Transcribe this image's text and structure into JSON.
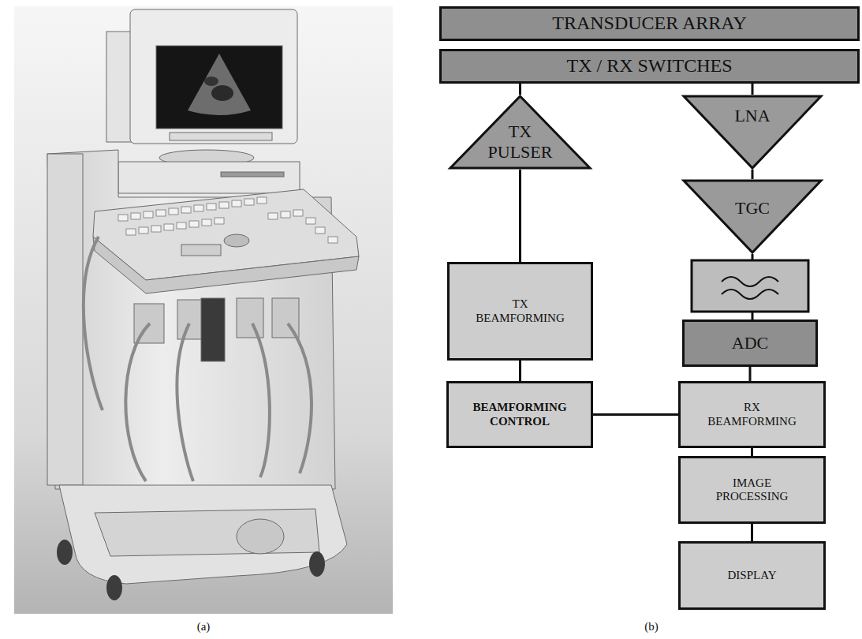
{
  "diagram": {
    "nodes": [
      {
        "text": [
          "TRANSDUCER ARRAY"
        ]
      },
      {
        "text": [
          "TX / RX SWITCHES"
        ]
      },
      {
        "text": [
          "TX PULSER"
        ]
      },
      {
        "text": [
          "LNA"
        ]
      },
      {
        "text": [
          "TGC"
        ]
      },
      {
        "text": [
          "TX BEAMFORMING"
        ]
      },
      {
        "text": [
          "ADC"
        ]
      },
      {
        "text": [
          "BEAMFORMING CONTROL"
        ]
      },
      {
        "text": [
          "RX BEAMFORMING"
        ]
      },
      {
        "text": [
          "IMAGE PROCESSING"
        ]
      },
      {
        "text": [
          "DISPLAY"
        ]
      }
    ],
    "edges": [
      {
        "from": 1,
        "to": 2,
        "arrow": "none"
      },
      {
        "from": 1,
        "to": 3,
        "arrow": "none"
      },
      {
        "from": 3,
        "to": 4,
        "arrow": "none"
      },
      {
        "from": 2,
        "to": 5,
        "arrow": "none"
      },
      {
        "from": 5,
        "to": 7,
        "arrow": "none"
      },
      {
        "from": 7,
        "to": 8,
        "arrow": "none"
      },
      {
        "from": 6,
        "to": 8,
        "arrow": "none"
      },
      {
        "from": 8,
        "to": 9,
        "arrow": "none"
      },
      {
        "from": 9,
        "to": 10,
        "arrow": "none"
      }
    ],
    "labels": [
      "(a)",
      "(b)"
    ]
  }
}
